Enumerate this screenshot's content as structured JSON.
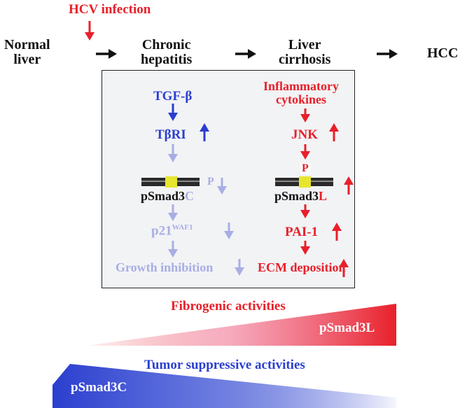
{
  "colors": {
    "red": "#e8202a",
    "blue": "#2b3fcf",
    "pale_blue": "#a8aee4",
    "yellow": "#e6e62e",
    "dark": "#222222"
  },
  "top": {
    "trigger": "HCV infection",
    "stages": [
      {
        "line1": "Normal",
        "line2": "liver"
      },
      {
        "line1": "Chronic",
        "line2": "hepatitis"
      },
      {
        "line1": "Liver",
        "line2": "cirrhosis"
      },
      {
        "line1": "HCC",
        "line2": ""
      }
    ]
  },
  "left_path": {
    "tgf": "TGF-β",
    "receptor": "TβRI",
    "phospho": "P",
    "smad_main": "pSmad3",
    "smad_suffix": "C",
    "p21_main": "p21",
    "p21_sup": "WAF1",
    "outcome": "Growth inhibition"
  },
  "right_path": {
    "cytokines_line1": "Inflammatory",
    "cytokines_line2": "cytokines",
    "jnk": "JNK",
    "phospho": "P",
    "smad_main": "pSmad3",
    "smad_suffix": "L",
    "pai": "PAI-1",
    "outcome": "ECM deposition"
  },
  "bottom": {
    "fibrogenic_label": "Fibrogenic activities",
    "fibrogenic_tag": "pSmad3L",
    "suppressive_label": "Tumor suppressive activities",
    "suppressive_tag": "pSmad3C"
  }
}
